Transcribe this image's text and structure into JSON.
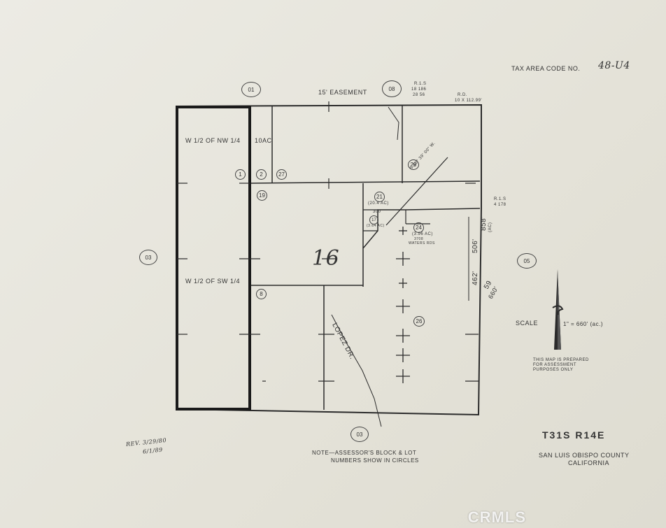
{
  "header": {
    "tax_area_label": "TAX AREA CODE NO.",
    "tax_area_value": "48-U4"
  },
  "map": {
    "easement_label": "15' EASEMENT",
    "book_page": "16",
    "parcels": {
      "w_half_nw": "W 1/2 OF NW 1/4",
      "w_half_sw": "W 1/2 OF SW 1/4",
      "ten_acre": "10AC",
      "p01": "1",
      "p02": "2",
      "p27": "27",
      "p19": "19",
      "p08": "8",
      "p21": "21",
      "p21_ac": "(20.4 AC)",
      "p17": "17",
      "p17_ac": "(3.64 AC)",
      "p24": "24",
      "p24_ac": "(3.96 AC)",
      "p29": "29",
      "p26": "26",
      "lbl_300": "300",
      "lbl_3708": "3708",
      "water_note": "WATERS RDS"
    },
    "adjacent": {
      "north_left": "01",
      "north_right": "08",
      "west": "03",
      "east": "05",
      "south": "03"
    },
    "annotations": {
      "rs_top": "R.1.S",
      "rs_top_nums": "18 186",
      "rs_top_nums2": "28 56",
      "rd": "R.D.",
      "rd_nums": "10 X 112.99'",
      "bearing": "S.60° 39' 00\" W.",
      "rs_right": "R.1.S",
      "rs_right_nums": "4 178",
      "dim_858": "858'",
      "dim_858_sub": "(AC)",
      "dim_506": "506'",
      "dim_462": "462'",
      "dim_59": "59",
      "dim_660": "660'",
      "road": "LOPEZ DR."
    },
    "scale_label": "SCALE",
    "scale_value": "1\" = 660' (ac.)",
    "prepared_note": [
      "THIS MAP IS PREPARED",
      "FOR ASSESSMENT",
      "PURPOSES ONLY"
    ]
  },
  "footer": {
    "rev_line1": "REV. 3/29/80",
    "rev_line2": "6/1/89",
    "note_line1": "NOTE—ASSESSOR'S BLOCK & LOT",
    "note_line2": "NUMBERS SHOW IN CIRCLES",
    "township": "T31S  R14E",
    "county_line1": "SAN LUIS OBISPO COUNTY",
    "county_line2": "CALIFORNIA",
    "watermark": "CRMLS"
  },
  "colors": {
    "ink": "#2a2a2a",
    "paper": "#e8e6dd"
  }
}
